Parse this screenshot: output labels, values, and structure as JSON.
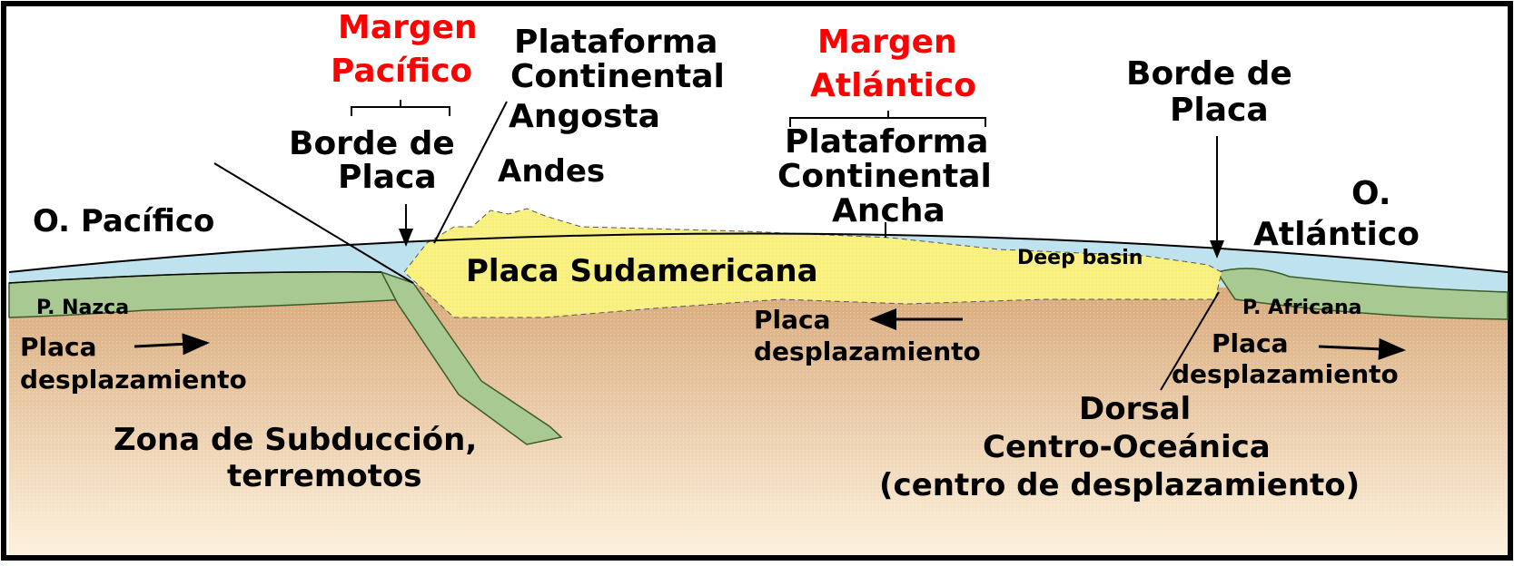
{
  "colors": {
    "background": "#ffffff",
    "frame": "#000000",
    "ocean": "#bfe3ee",
    "mantle_top": "#d9a877",
    "mantle_bottom": "#fdf1dc",
    "oceanic_plate": "#a8c992",
    "continental_plate": "#f9f07a",
    "margin_label": "#ff0000",
    "label": "#000000"
  },
  "labels": {
    "margen_pacifico": [
      "Margen",
      "Pacífico"
    ],
    "plataforma_angosta": [
      "Plataforma",
      "Continental",
      "Angosta"
    ],
    "margen_atlantico": [
      "Margen",
      "Atlántico"
    ],
    "borde_placa_right": [
      "Borde de",
      "Placa"
    ],
    "borde_placa_left": [
      "Borde de",
      "Placa"
    ],
    "andes": "Andes",
    "plataforma_ancha": [
      "Plataforma",
      "Continental",
      "Ancha"
    ],
    "oceano_pacifico": "O. Pacífico",
    "oceano_atlantico": [
      "O.",
      "Atlántico"
    ],
    "deep_basin": "Deep basin",
    "placa_sudamericana": "Placa Sudamericana",
    "p_nazca": "P. Nazca",
    "p_africana": "P. Africana",
    "placa_desp_left": [
      "Placa",
      "desplazamiento"
    ],
    "placa_desp_center": [
      "Placa",
      "desplazamiento"
    ],
    "placa_desp_right": [
      "Placa",
      "desplazamiento"
    ],
    "zona_subduccion": [
      "Zona de Subducción,",
      "terremotos"
    ],
    "dorsal": [
      "Dorsal",
      "Centro-Oceánica",
      "(centro de desplazamiento)"
    ]
  }
}
